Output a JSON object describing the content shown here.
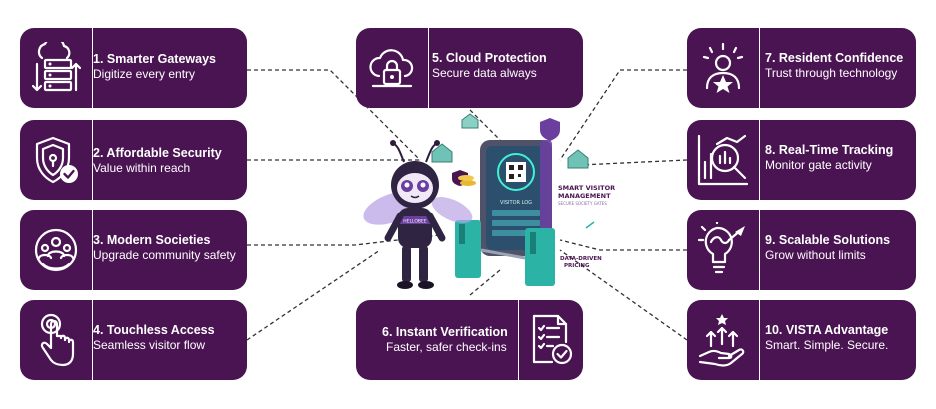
{
  "colors": {
    "card": "#4a1452",
    "text": "#ffffff",
    "connector": "#333333",
    "accent_teal": "#2bb3a6",
    "accent_purple": "#6a3f9e"
  },
  "features": [
    {
      "number_title": "1. Smarter Gateways",
      "description": "Digitize every entry",
      "icon": "server-icon"
    },
    {
      "number_title": "2. Affordable Security",
      "description": "Value within reach",
      "icon": "shield-check-icon"
    },
    {
      "number_title": "3. Modern Societies",
      "description": "Upgrade community safety",
      "icon": "community-icon"
    },
    {
      "number_title": "4. Touchless Access",
      "description": "Seamless visitor flow",
      "icon": "touch-icon"
    },
    {
      "number_title": "5. Cloud Protection",
      "description": "Secure data always",
      "icon": "cloud-lock-icon"
    },
    {
      "number_title": "6. Instant Verification",
      "description": "Faster, safer check-ins",
      "icon": "checklist-icon"
    },
    {
      "number_title": "7. Resident Confidence",
      "description": "Trust through technology",
      "icon": "person-star-icon"
    },
    {
      "number_title": "8. Real-Time Tracking",
      "description": "Monitor gate activity",
      "icon": "chart-magnifier-icon"
    },
    {
      "number_title": "9. Scalable Solutions",
      "description": "Grow without limits",
      "icon": "idea-growth-icon"
    },
    {
      "number_title": "10. VISTA Advantage",
      "description": "Smart. Simple. Secure.",
      "icon": "hand-arrows-icon"
    }
  ],
  "center": {
    "mascot_badge": "HELLOBEE",
    "label_visitor_line1": "SMART VISITOR",
    "label_visitor_line2": "MANAGEMENT",
    "label_visitor_sub": "SECURE SOCIETY GATES",
    "label_pricing_line1": "DATA-DRIVEN",
    "label_pricing_line2": "PRICING",
    "screen_heading": "VISITOR LOG"
  }
}
